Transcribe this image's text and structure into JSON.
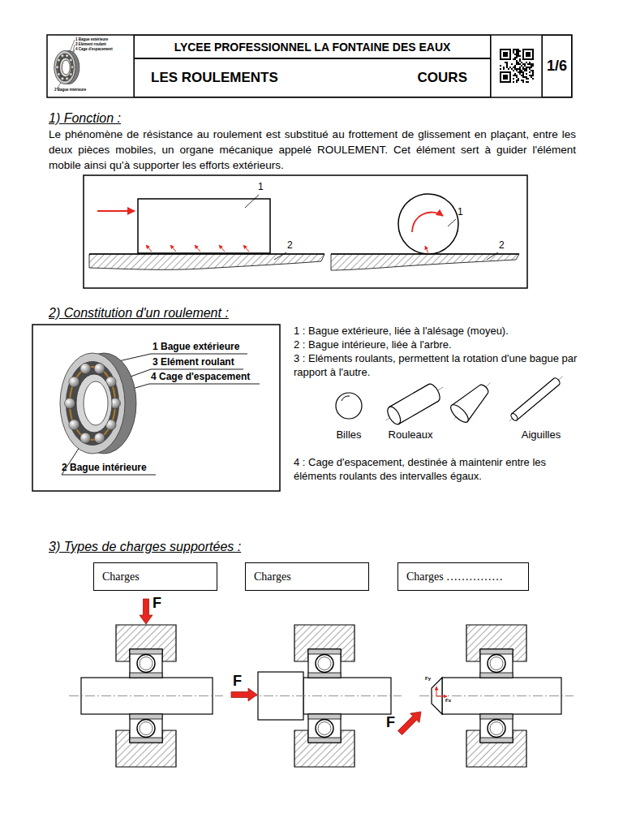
{
  "diagram": {
    "title": "LES ROULEMENTS",
    "nodes": [
      {
        "text": [
          "LYCEE PROFESSIONNEL LA FONTAINE DES EAUX"
        ]
      },
      {
        "text": [
          "COURS"
        ]
      },
      {
        "text": [
          "1/6"
        ]
      },
      {
        "text": [
          "Charges"
        ]
      },
      {
        "text": [
          "Charges"
        ]
      },
      {
        "text": [
          "Charges ……………"
        ]
      }
    ],
    "labels": [
      "1 Bague extérieure",
      "3 Elément roulant",
      "4 Cage d'espacement",
      "2 Bague intérieure",
      "1) Fonction :",
      "Le phénomène de résistance au roulement est substitué au frottement de glissement en plaçant, entre les deux pièces mobiles, un organe mécanique appelé ROULEMENT. Cet élément sert à guider l'élément mobile ainsi qu'à supporter les efforts extérieurs.",
      "1",
      "2",
      "1",
      "2",
      "2) Constitution d'un roulement :",
      "1 Bague extérieure",
      "3 Elément roulant",
      "4 Cage d'espacement",
      "2 Bague intérieure",
      "1 : Bague extérieure, liée à l'alésage (moyeu).",
      "2 : Bague intérieure, liée à l'arbre.",
      "3 : Eléments roulants, permettent la rotation d'une bague par rapport à l'autre.",
      "Billes",
      "Rouleaux",
      "Aiguilles",
      "4 : Cage d'espacement, destinée à maintenir entre les éléments roulants des intervalles égaux.",
      "3) Types de charges supportées :",
      "F",
      "F",
      "F",
      "Fy",
      "Fx"
    ]
  }
}
